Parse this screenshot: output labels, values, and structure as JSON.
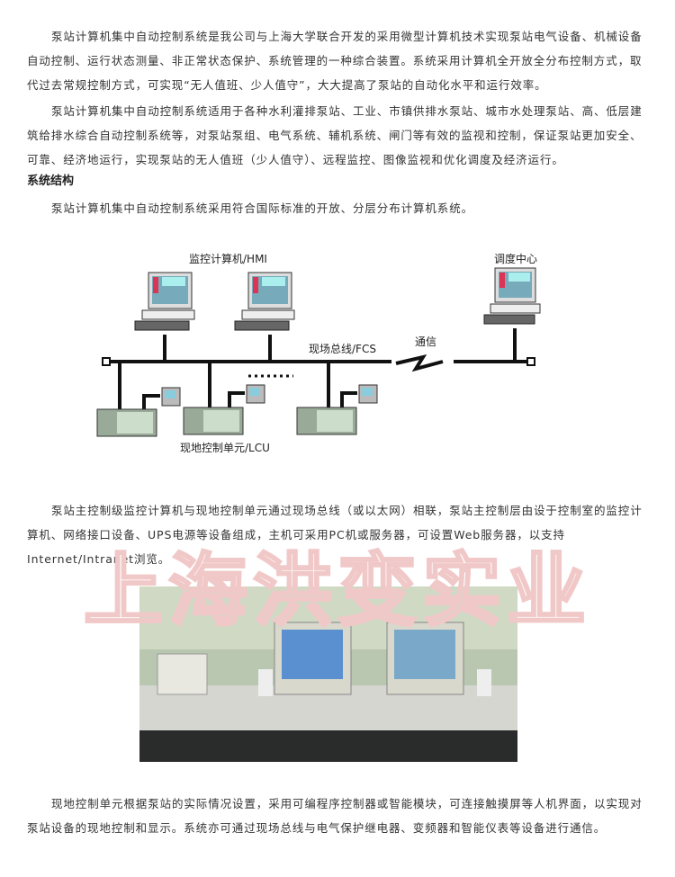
{
  "paragraphs": [
    "泵站计算机集中自动控制系统是我公司与上海大学联合开发的采用微型计算机技术实现泵站电气设备、机械设备自动控制、运行状态测量、非正常状态保护、系统管理的一种综合装置。系统采用计算机全开放全分布控制方式，取代过去常规控制方式，可实现“无人值班、少人值守”，大大提高了泵站的自动化水平和运行效率。",
    "泵站计算机集中自动控制系统适用于各种水利灌排泵站、工业、市镇供排水泵站、城市水处理泵站、高、低层建筑给排水综合自动控制系统等，对泵站泵组、电气系统、辅机系统、闸门等有效的监视和控制，保证泵站更加安全、可靠、经济地运行，实现泵站的无人值班（少人值守）、远程监控、图像监视和优化调度及经济运行。"
  ],
  "section_heading": "系统结构",
  "section_intro": "泵站计算机集中自动控制系统采用符合国际标准的开放、分层分布计算机系统。",
  "diagram": {
    "hmi_label": "监控计算机/HMI",
    "dispatch_label": "调度中心",
    "bus_label": "现场总线/FCS",
    "comm_label": "通信",
    "lcu_label": "现地控制单元/LCU",
    "dots": "·······"
  },
  "paragraph3": "泵站主控制级监控计算机与现地控制单元通过现场总线（或以太网）相联，泵站主控制层由设于控制室的监控计算机、网络接口设备、UPS电源等设备组成，主机可采用PC机或服务器，可设置Web服务器，以支持Internet/Intranet浏览。",
  "watermark": "上海洪变实业",
  "paragraph4": "现地控制单元根据泵站的实际情况设置，采用可编程序控制器或智能模块，可连接触摸屏等人机界面，以实现对泵站设备的现地控制和显示。系统亦可通过现场总线与电气保护继电器、变频器和智能仪表等设备进行通信。"
}
